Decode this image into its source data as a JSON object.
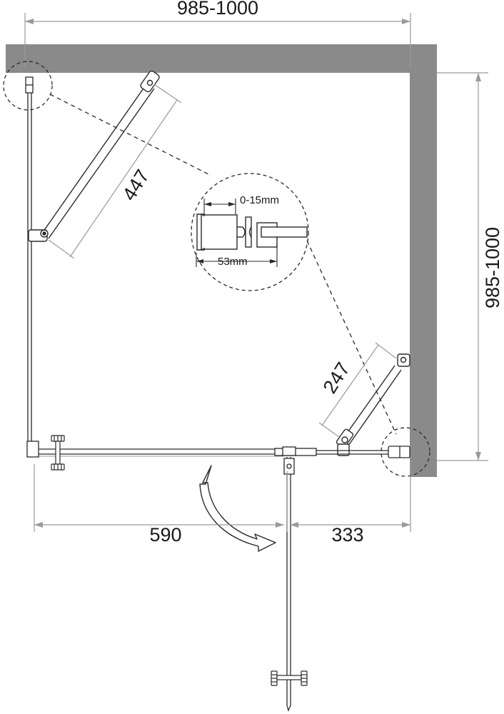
{
  "dimensions": {
    "top_width": "985-1000",
    "right_height": "985-1000",
    "bottom_left": "590",
    "bottom_right": "333",
    "brace_long": "447",
    "brace_short": "247"
  },
  "detail": {
    "adjust_range": "0-15mm",
    "profile_width": "53mm"
  },
  "colors": {
    "wall": "#8a8a8a",
    "line": "#2a2a2a",
    "dim_line": "#9a9a9a",
    "text": "#1a1a1a"
  },
  "icons": {
    "rotation": "curved-arrow-icon"
  }
}
